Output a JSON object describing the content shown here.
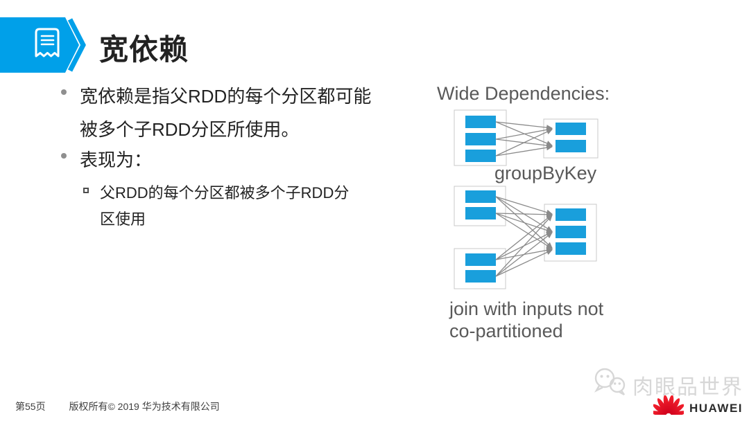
{
  "header": {
    "title": "宽依赖",
    "icon": "document-scroll-icon"
  },
  "content": {
    "bullets": [
      {
        "level": 1,
        "lines": [
          "宽依赖是指父RDD的每个分区都可能",
          "被多个子RDD分区所使用。"
        ]
      },
      {
        "level": 1,
        "lines": [
          "表现为："
        ]
      },
      {
        "level": 2,
        "lines": [
          "父RDD的每个分区都被多个子RDD分",
          "区使用"
        ]
      }
    ]
  },
  "diagram": {
    "heading": "Wide Dependencies:",
    "examples": [
      {
        "label": "groupByKey",
        "label_lines": [
          "groupByKey"
        ],
        "parent_rdds": [
          {
            "partitions": 3
          }
        ],
        "child_rdd": {
          "partitions": 2
        },
        "connections": "every parent partition to every child partition"
      },
      {
        "label": "join with inputs not co-partitioned",
        "label_lines": [
          "join with inputs not",
          "co-partitioned"
        ],
        "parent_rdds": [
          {
            "partitions": 2
          },
          {
            "partitions": 2
          }
        ],
        "child_rdd": {
          "partitions": 3
        },
        "connections": "every parent partition to every child partition"
      }
    ]
  },
  "footer": {
    "page_number": "第55页",
    "copyright": "版权所有© 2019 华为技术有限公司"
  },
  "watermark": {
    "icon": "wechat-icon",
    "text": "肉眼品世界"
  },
  "brand": {
    "icon": "huawei-flower-icon",
    "text": "HUAWEI"
  },
  "colors": {
    "banner_blue": "#00a0e9",
    "partition_blue": "#199fdc",
    "arrow_gray": "#8a8a8a",
    "box_border": "#c8c8c8",
    "text_dark": "#222222",
    "text_gray": "#595959",
    "watermark_gray": "#d7d7d7",
    "huawei_red": "#d0011d",
    "footer_gray": "#3f3f3f"
  }
}
